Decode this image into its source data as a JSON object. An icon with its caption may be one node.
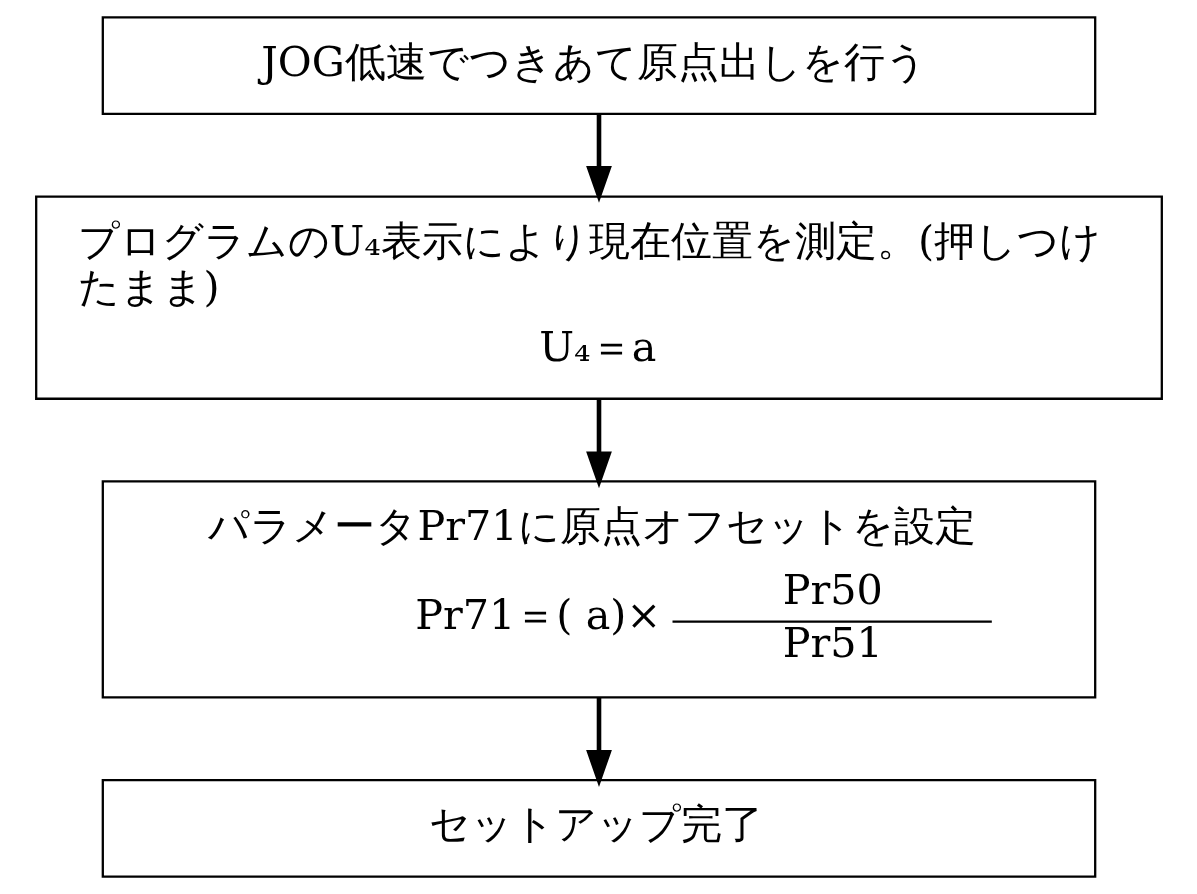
{
  "diagram": {
    "nodes": [
      {
        "text": [
          "JOG低速でつきあて原点出しを行う"
        ]
      },
      {
        "text": [
          "プログラムのU₄表示により現在位置を測定。(押しつけたまま)",
          "U₄＝a"
        ]
      },
      {
        "text": [
          "パラメータPr71に原点オフセットを設定",
          "Pr71＝( a)×",
          "Pr50",
          "Pr51"
        ]
      },
      {
        "text": [
          "セットアップ完了"
        ]
      }
    ],
    "edges": [
      {
        "from": 0,
        "to": 1,
        "arrow": "to"
      },
      {
        "from": 1,
        "to": 2,
        "arrow": "to"
      },
      {
        "from": 2,
        "to": 3,
        "arrow": "to"
      }
    ]
  }
}
